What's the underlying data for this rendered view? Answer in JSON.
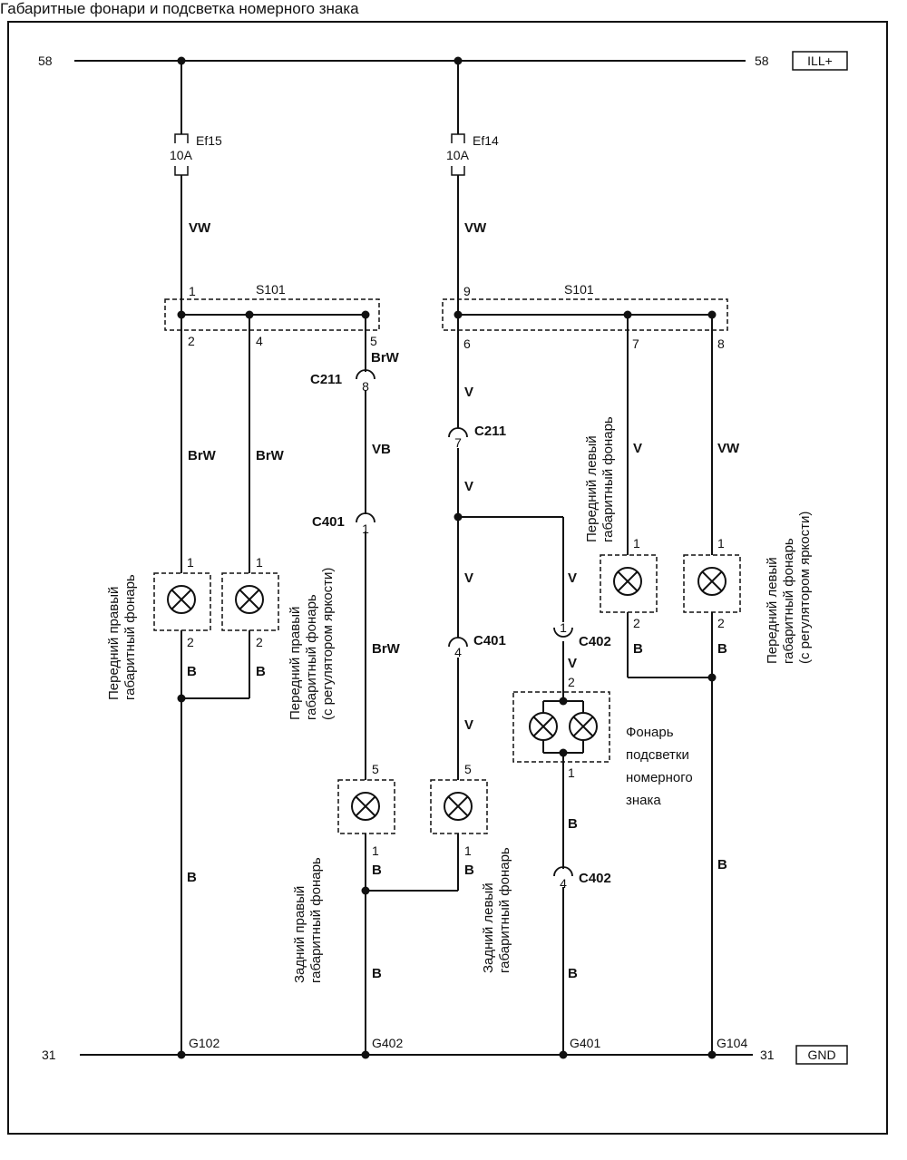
{
  "title": "Габаритные фонари и подсветка номерного знака",
  "rails": {
    "top_left": "58",
    "top_right": "58",
    "top_tag": "ILL+",
    "bottom_left": "31",
    "bottom_right": "31",
    "bottom_tag": "GND"
  },
  "fuses": [
    {
      "name": "Ef15",
      "rating": "10A"
    },
    {
      "name": "Ef14",
      "rating": "10A"
    }
  ],
  "splices": {
    "left": {
      "name": "S101",
      "pins": [
        "1",
        "2",
        "4",
        "5"
      ]
    },
    "right": {
      "name": "S101",
      "pins": [
        "9",
        "6",
        "7",
        "8"
      ]
    }
  },
  "wires": {
    "fuse_left": "VW",
    "fuse_right": "VW",
    "brw_left_2": "BrW",
    "brw_left_4": "BrW",
    "brw_left_5": "BrW",
    "vb": "VB",
    "brw_c401": "BrW",
    "v_s6": "V",
    "v_c211": "V",
    "v_junction": "V",
    "v_branch": "V",
    "v_c401": "V",
    "v_c402": "V",
    "v_s7": "V",
    "vw_s8": "VW",
    "b_fr_1": "B",
    "b_fr_2": "B",
    "b_left_main": "B",
    "b_rr_1": "B",
    "b_rl_1": "B",
    "b_g402": "B",
    "b_plate_1": "B",
    "b_plate_2": "B",
    "b_fl_1": "B",
    "b_fl_2": "B",
    "b_right_main": "B"
  },
  "connectors": {
    "c211_left": {
      "name": "C211",
      "pin": "8"
    },
    "c211_right": {
      "name": "C211",
      "pin": "7"
    },
    "c401_left": {
      "name": "C401",
      "pin": "1"
    },
    "c401_right": {
      "name": "C401",
      "pin": "4"
    },
    "c402_top": {
      "name": "C402",
      "pin": "1"
    },
    "c402_bottom": {
      "name": "C402",
      "pin": "4"
    }
  },
  "lamp_pins": {
    "fr_top": "1",
    "fr_bottom": "2",
    "fr2_top": "1",
    "fr2_bottom": "2",
    "rr_top": "5",
    "rr_bottom": "1",
    "rl_top": "5",
    "rl_bottom": "1",
    "plate_top": "2",
    "plate_bottom": "1",
    "fl_top": "1",
    "fl_bottom": "2",
    "fl2_top": "1",
    "fl2_bottom": "2"
  },
  "grounds": [
    "G102",
    "G402",
    "G401",
    "G104"
  ],
  "descriptions": {
    "front_right": [
      "Передний правый",
      "габаритный фонарь"
    ],
    "front_right_dimmer": [
      "Передний правый",
      "габаритный фонарь",
      "(с регулятором яркости)"
    ],
    "rear_right": [
      "Задний правый",
      "габаритный фонарь"
    ],
    "rear_left": [
      "Задний левый",
      "габаритный фонарь"
    ],
    "front_left": [
      "Передний левый",
      "габаритный фонарь"
    ],
    "front_left_dimmer": [
      "Передний левый",
      "габаритный фонарь",
      "(с регулятором яркости)"
    ],
    "plate": [
      "Фонарь",
      "подсветки",
      "номерного",
      "знака"
    ]
  }
}
